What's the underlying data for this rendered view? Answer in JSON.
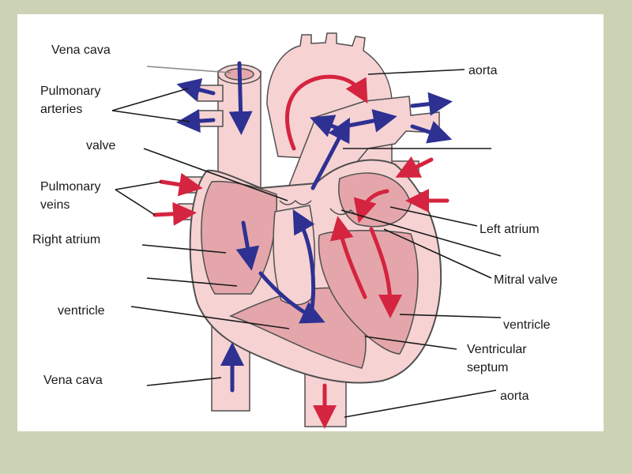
{
  "colors": {
    "background": "#ccd2b4",
    "panel": "#ffffff",
    "tissue": "#f6d2d3",
    "chamber": "#e4a6aa",
    "outline": "#505050",
    "deoxygenated_arrow": "#2e3192",
    "oxygenated_arrow": "#d5243f"
  },
  "labels": {
    "vena_cava_top": "Vena cava",
    "pulmonary_arteries": [
      "Pulmonary",
      "arteries"
    ],
    "valve": "valve",
    "pulmonary_veins": [
      "Pulmonary",
      "veins"
    ],
    "right_atrium": "Right atrium",
    "ventricle_left_side": "ventricle",
    "vena_cava_bottom": "Vena cava",
    "aorta_top": "aorta",
    "left_atrium": "Left atrium",
    "mitral_valve": "Mitral valve",
    "ventricle_right_side": "ventricle",
    "ventricular_septum": [
      "Ventricular",
      "septum"
    ],
    "aorta_bottom": "aorta"
  }
}
